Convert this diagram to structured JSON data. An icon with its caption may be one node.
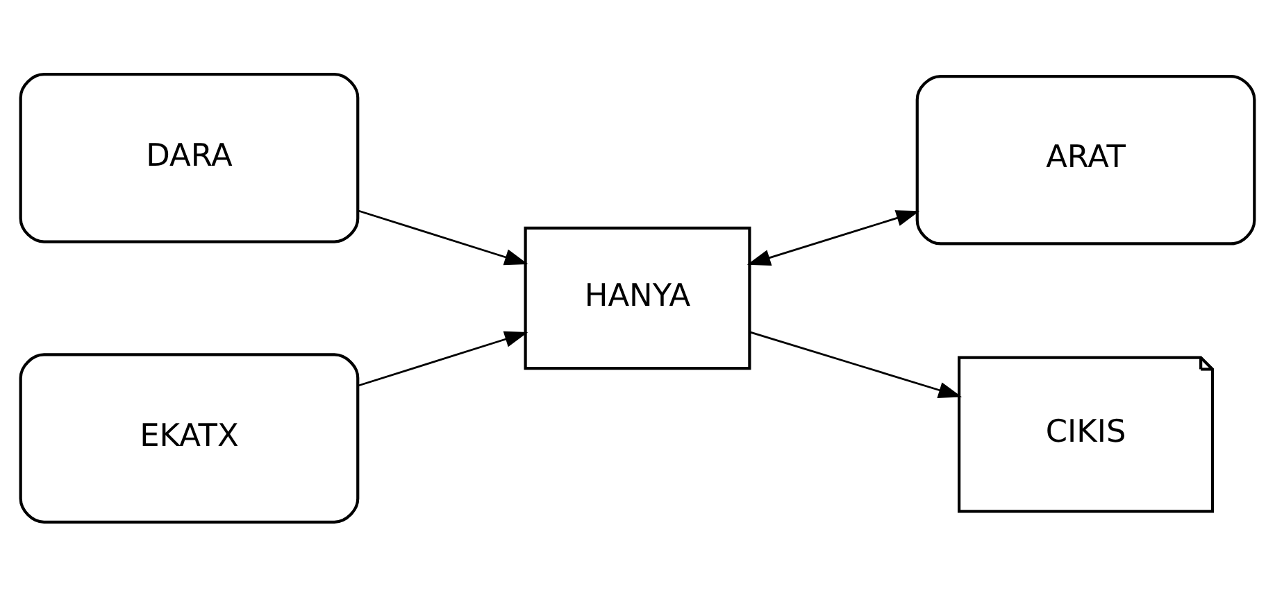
{
  "diagram": {
    "nodes": [
      {
        "text": [
          "DARA"
        ]
      },
      {
        "text": [
          "ARAT"
        ]
      },
      {
        "text": [
          "HANYA"
        ]
      },
      {
        "text": [
          "EKATX"
        ]
      },
      {
        "text": [
          "CIKIS"
        ]
      }
    ],
    "edges": [
      {
        "from": 0,
        "to": 2,
        "arrow": "to"
      },
      {
        "from": 3,
        "to": 2,
        "arrow": "to"
      },
      {
        "from": 2,
        "to": 1,
        "arrow": "both"
      },
      {
        "from": 2,
        "to": 4,
        "arrow": "to"
      }
    ]
  }
}
